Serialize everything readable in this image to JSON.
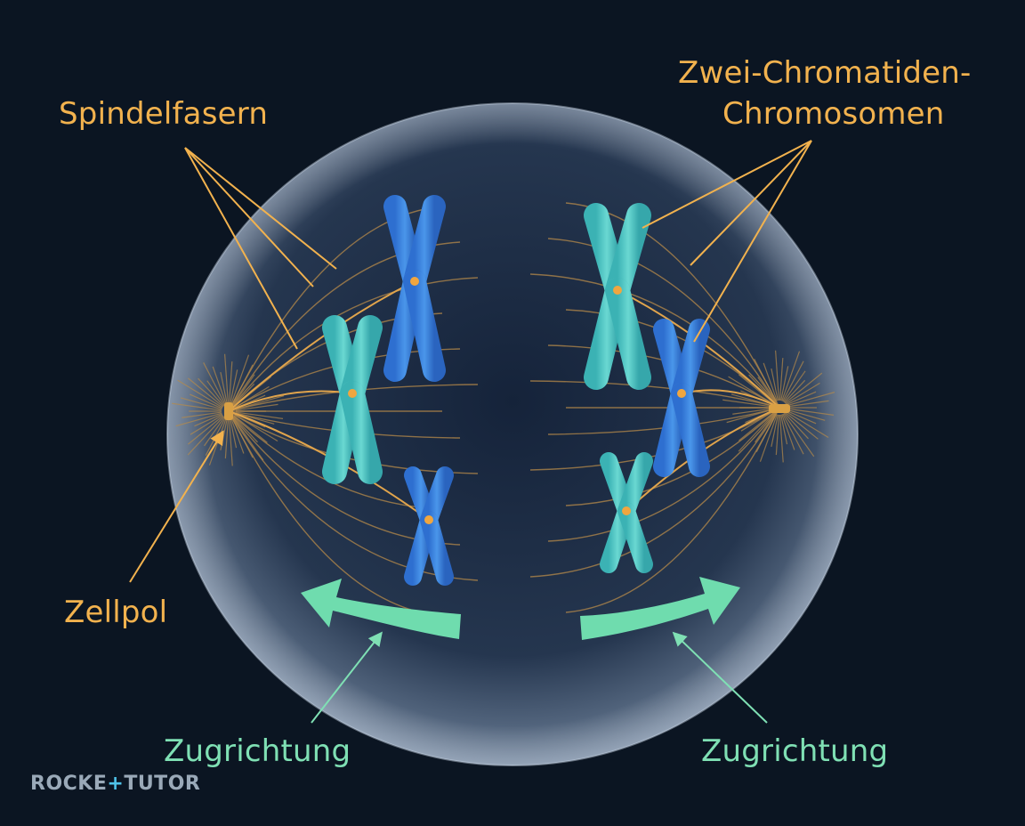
{
  "labels": {
    "spindle_fibers": "Spindelfasern",
    "two_chromatid_line1": "Zwei-Chromatiden-",
    "two_chromatid_line2": "Chromosomen",
    "cell_pole": "Zellpol",
    "pull_left": "Zugrichtung",
    "pull_right": "Zugrichtung"
  },
  "brand": {
    "part1": "ROCKE",
    "part2": "+",
    "part3": "TUTOR"
  },
  "colors": {
    "background": "#0b1522",
    "label_orange": "#f2b24e",
    "label_green": "#7fe0b4",
    "chromosome_blue": "#3f86de",
    "chromosome_teal": "#52c8c6",
    "arrow_green": "#6fdcae",
    "fiber_gold": "#b58a4a"
  },
  "icons": {
    "pull_arrow_left": "arrow-left-icon",
    "pull_arrow_right": "arrow-right-icon"
  }
}
